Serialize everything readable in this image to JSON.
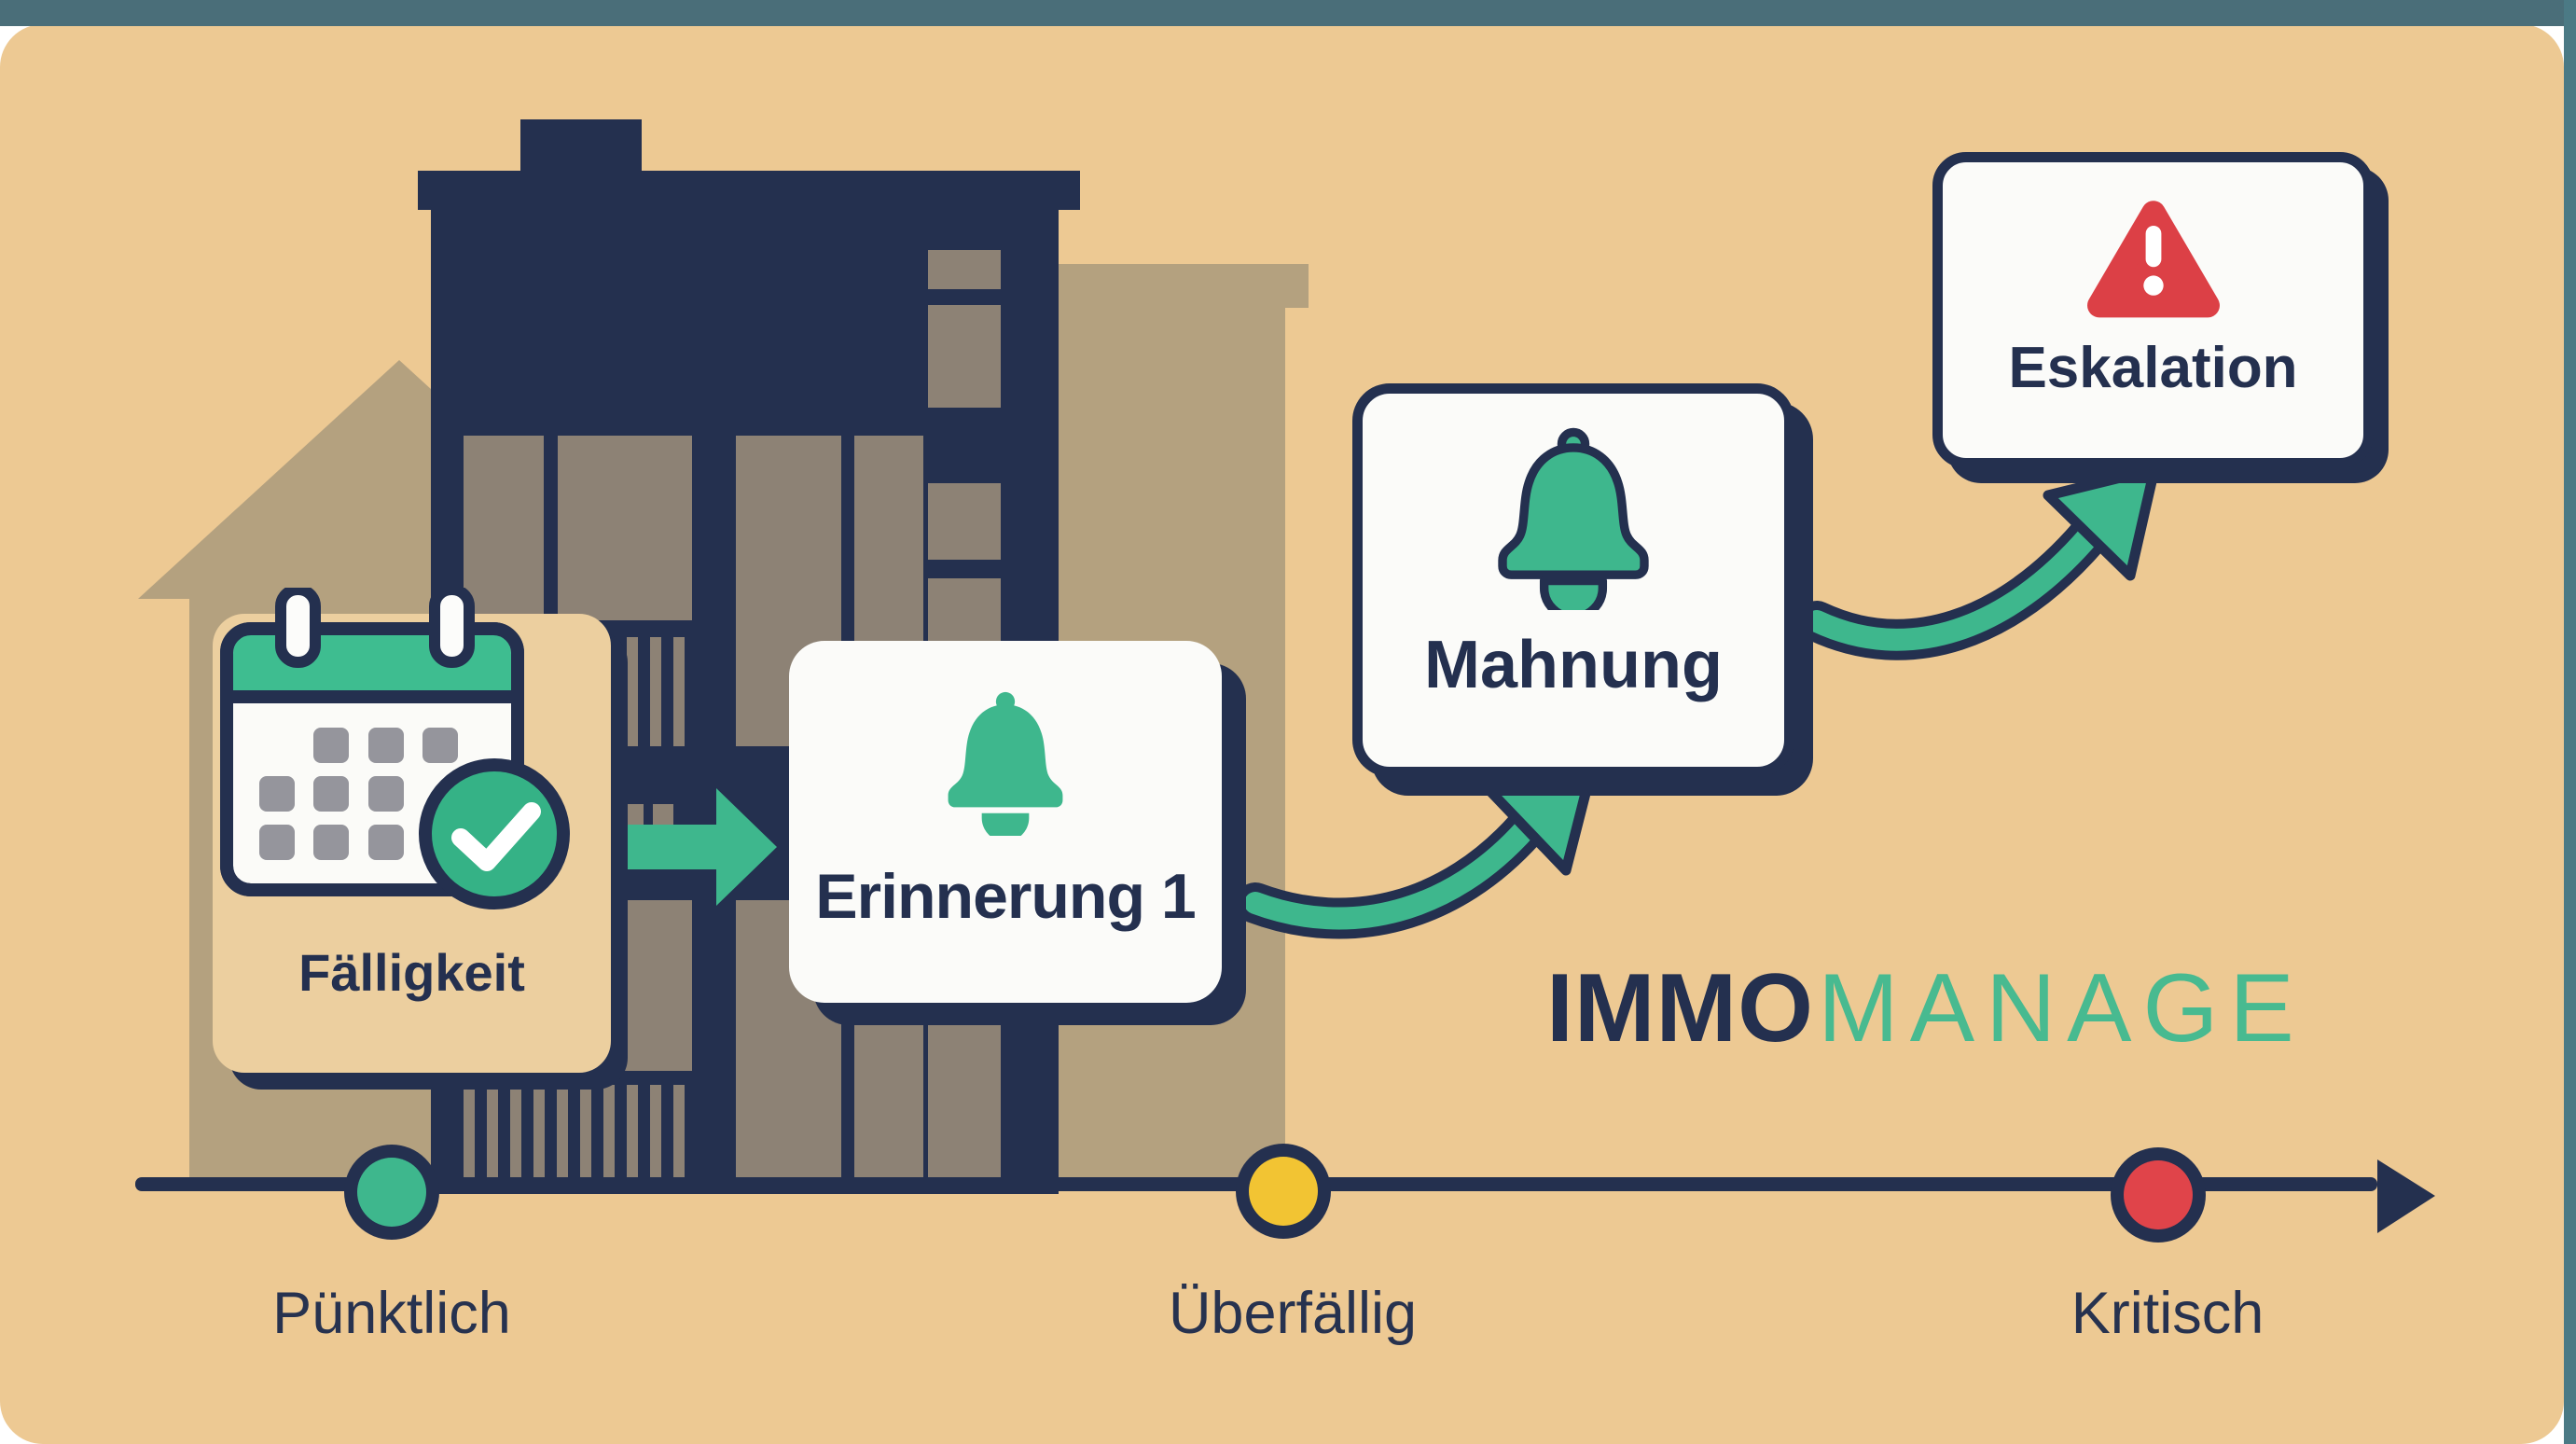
{
  "palette": {
    "background_tan": "#edc993",
    "frame_teal_top": "#4a6e79",
    "frame_teal_right": "#4b7a85",
    "navy": "#24304f",
    "green": "#3eb78d",
    "taupe_house": "#b4a17f",
    "window_gray": "#8d8275",
    "card_white": "#fbfbf9",
    "status_green": "#3eb78d",
    "status_yellow": "#f2c433",
    "status_red": "#e0444a",
    "warning_red": "#dc4046"
  },
  "brand": {
    "primary": "IMMO",
    "secondary": "MANAGE"
  },
  "steps": [
    {
      "id": "faelligkeit",
      "label": "Fälligkeit",
      "icon": "calendar-check-icon"
    },
    {
      "id": "erinnerung",
      "label": "Erinnerung 1",
      "icon": "bell-icon"
    },
    {
      "id": "mahnung",
      "label": "Mahnung",
      "icon": "bell-icon"
    },
    {
      "id": "eskalation",
      "label": "Eskalation",
      "icon": "warning-triangle-icon"
    }
  ],
  "timeline": {
    "markers": [
      {
        "label": "Pünktlich",
        "status_color": "#3eb78d"
      },
      {
        "label": "Überfällig",
        "status_color": "#f2c433"
      },
      {
        "label": "Kritisch",
        "status_color": "#e0444a"
      }
    ]
  }
}
